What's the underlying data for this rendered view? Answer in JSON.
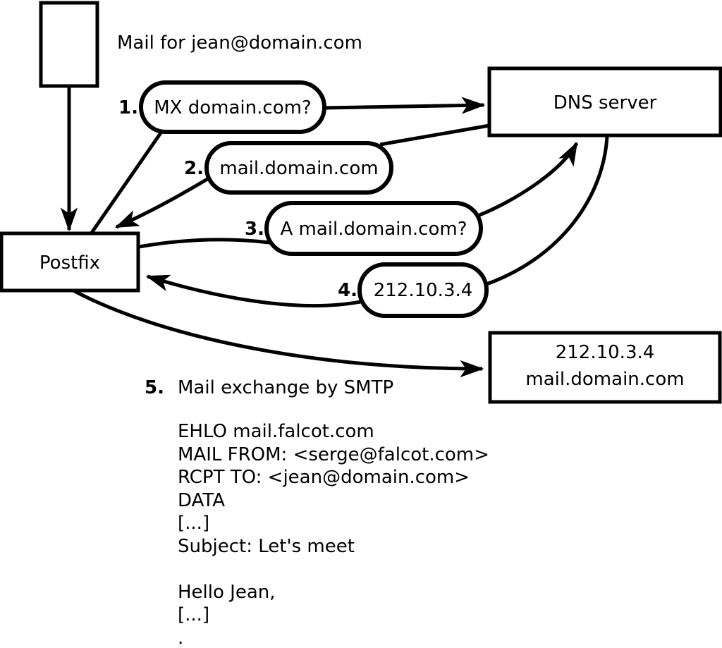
{
  "diagram": {
    "mail_note": "Mail for jean@domain.com",
    "nodes": {
      "postfix": "Postfix",
      "dns_server": "DNS server",
      "mail_server_line1": "212.10.3.4",
      "mail_server_line2": "mail.domain.com"
    },
    "steps": [
      {
        "num": "1.",
        "label": "MX domain.com?"
      },
      {
        "num": "2.",
        "label": "mail.domain.com"
      },
      {
        "num": "3.",
        "label": "A mail.domain.com?"
      },
      {
        "num": "4.",
        "label": "212.10.3.4"
      },
      {
        "num": "5.",
        "label": "Mail exchange by SMTP"
      }
    ],
    "smtp_session": "EHLO mail.falcot.com\nMAIL FROM: <serge@falcot.com>\nRCPT TO: <jean@domain.com>\nDATA\n[...]\nSubject: Let's meet\n\nHello Jean,\n[...]\n."
  }
}
